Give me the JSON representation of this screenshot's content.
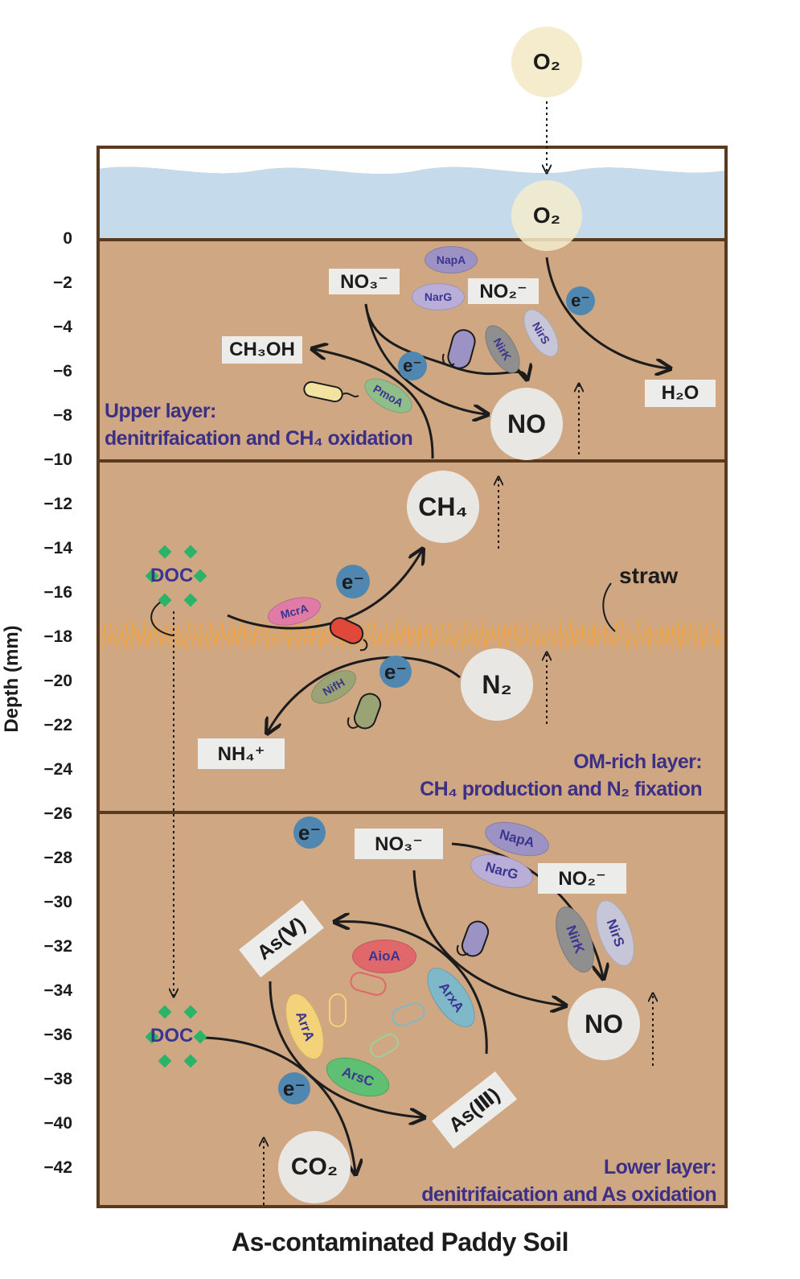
{
  "caption": "As-contaminated Paddy Soil",
  "y_axis": {
    "label": "Depth (mm)",
    "ticks": [
      "0",
      "−2",
      "−4",
      "−6",
      "−8",
      "−10",
      "−12",
      "−14",
      "−16",
      "−18",
      "−20",
      "−22",
      "−24",
      "−26",
      "−28",
      "−30",
      "−32",
      "−34",
      "−36",
      "−38",
      "−40",
      "−42"
    ]
  },
  "layers": {
    "upper": {
      "line1": "Upper layer:",
      "line2": "denitrifaication and CH₄ oxidation"
    },
    "om": {
      "line1": "OM-rich layer:",
      "line2": "CH₄ production and N₂ fixation"
    },
    "lower": {
      "line1": "Lower layer:",
      "line2": "denitrifaication and As oxidation"
    }
  },
  "species": {
    "o2_top": "O₂",
    "o2_water": "O₂",
    "no3_upper": "NO₃⁻",
    "no2_upper": "NO₂⁻",
    "ch3oh": "CH₃OH",
    "h2o": "H₂O",
    "no_upper": "NO",
    "ch4": "CH₄",
    "n2": "N₂",
    "nh4": "NH₄⁺",
    "no3_lower": "NO₃⁻",
    "no2_lower": "NO₂⁻",
    "no_lower": "NO",
    "as5": "As(Ⅴ)",
    "as3": "As(Ⅲ)",
    "co2": "CO₂",
    "doc_mid": "DOC",
    "doc_low": "DOC",
    "straw": "straw",
    "electron": "e⁻"
  },
  "enzymes": {
    "napa_upper": "NapA",
    "narg_upper": "NarG",
    "nirk_upper": "NirK",
    "nirs_upper": "NirS",
    "pmoa": "PmoA",
    "mcra": "McrA",
    "nifh": "NifH",
    "napa_lower": "NapA",
    "narg_lower": "NarG",
    "nirk_lower": "NirK",
    "nirs_lower": "NirS",
    "aioa": "AioA",
    "arxa": "ArxA",
    "arra": "ArrA",
    "arsc": "ArsC"
  },
  "colors": {
    "soil": "#cfa883",
    "water": "#c5daea",
    "frame": "#5a3a1e",
    "electron": "#4f87b0",
    "doc_diamond": "#2db367",
    "straw": "#f2a23c",
    "text_layer": "#3b2f86"
  }
}
